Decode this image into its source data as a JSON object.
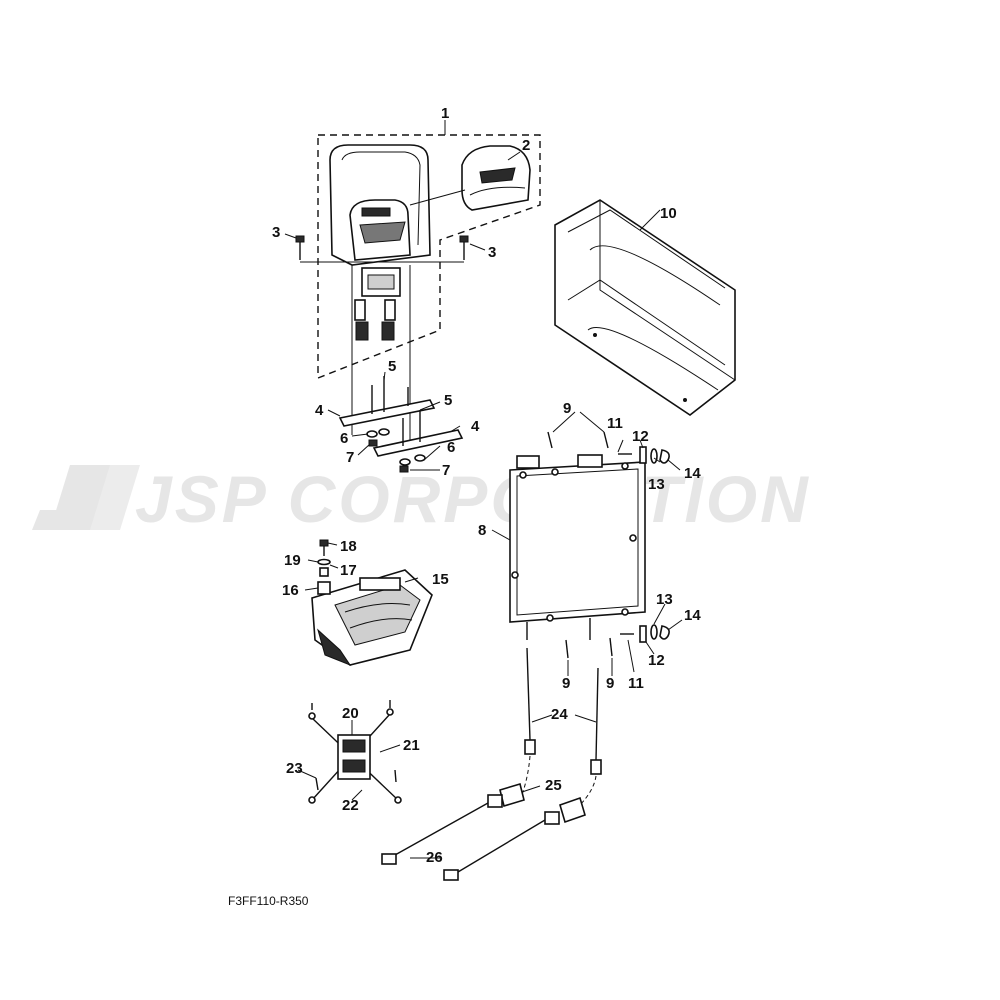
{
  "watermark": "JSP CORPORATION",
  "figure_code": "F3FF110-R350",
  "callouts": {
    "c1": "1",
    "c2": "2",
    "c3a": "3",
    "c3b": "3",
    "c4a": "4",
    "c4b": "4",
    "c5a": "5",
    "c5b": "5",
    "c6a": "6",
    "c6b": "6",
    "c7a": "7",
    "c7b": "7",
    "c8": "8",
    "c9a": "9",
    "c9b": "9",
    "c9c": "9",
    "c10": "10",
    "c11a": "11",
    "c11b": "11",
    "c12a": "12",
    "c12b": "12",
    "c13a": "13",
    "c13b": "13",
    "c14a": "14",
    "c14b": "14",
    "c15": "15",
    "c16": "16",
    "c17": "17",
    "c18": "18",
    "c19": "19",
    "c20": "20",
    "c21": "21",
    "c22": "22",
    "c23": "23",
    "c24": "24",
    "c25": "25",
    "c26": "26"
  }
}
